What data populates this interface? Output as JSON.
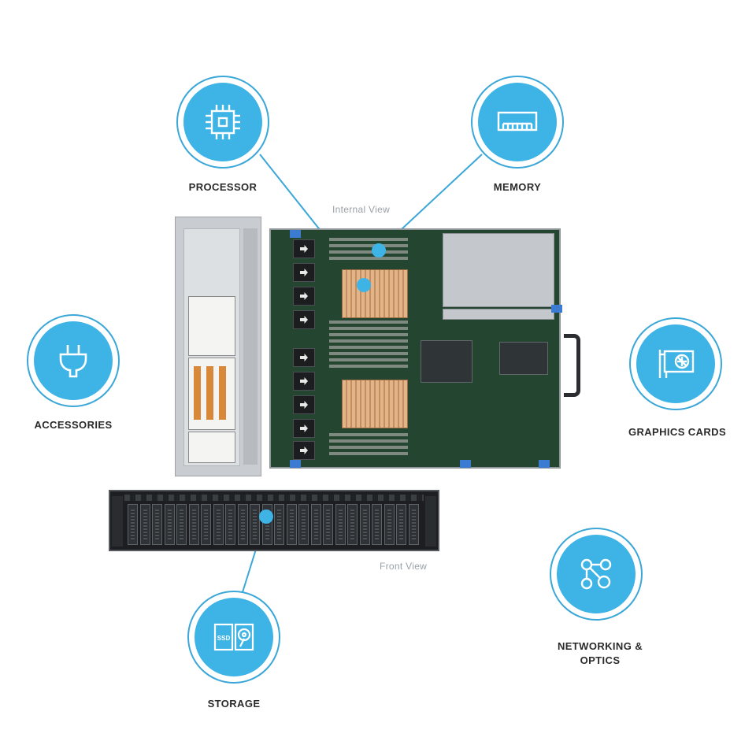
{
  "categories": {
    "processor": {
      "label": "PROCESSOR"
    },
    "memory": {
      "label": "MEMORY"
    },
    "accessories": {
      "label": "ACCESSORIES"
    },
    "graphics": {
      "label": "GRAPHICS CARDS"
    },
    "networking": {
      "label_line1": "NETWORKING &",
      "label_line2": "OPTICS"
    },
    "storage": {
      "label": "STORAGE",
      "ssd_text": "SSD"
    }
  },
  "captions": {
    "internal_view": "Internal View",
    "front_view": "Front View"
  },
  "colors": {
    "accent": "#3eb4e6",
    "ring": "#3aa7d8",
    "connector": "#3aa7d8",
    "label": "#2a2a2a",
    "caption": "#9aa0a6"
  },
  "icons": {
    "processor": "cpu-chip-icon",
    "memory": "ram-module-icon",
    "accessories": "power-plug-icon",
    "graphics": "graphics-card-icon",
    "networking": "network-nodes-icon",
    "storage": "ssd-hdd-icon"
  }
}
